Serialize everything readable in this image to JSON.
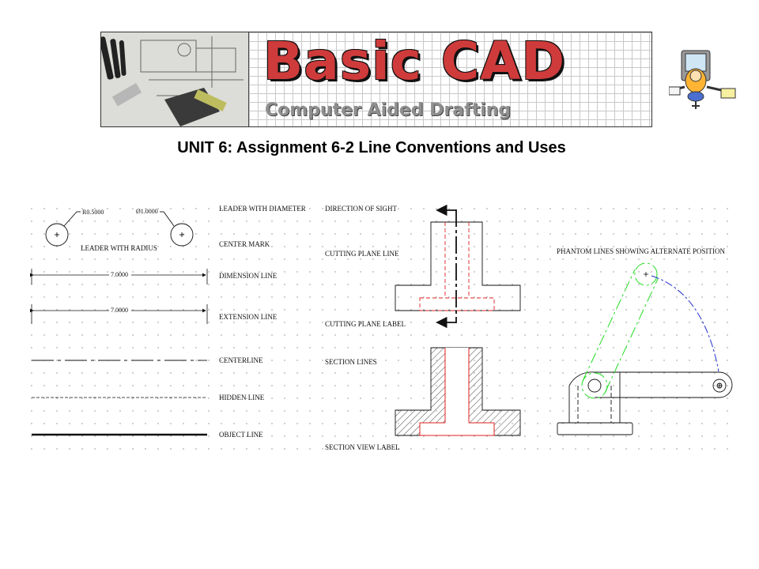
{
  "banner": {
    "title": "Basic CAD",
    "subtitle": "Computer Aided Drafting",
    "photo_icon": "drafting-tools-photo",
    "mascot_icon": "computer-mascot-icon"
  },
  "heading": "UNIT 6: Assignment 6-2 Line Conventions and Uses",
  "line_types": {
    "leader_with_diameter": "LEADER WITH DIAMETER",
    "center_mark": "CENTER MARK",
    "dimension_line": "DIMENSION LINE",
    "extension_line": "EXTENSION LINE",
    "centerline": "CENTERLINE",
    "hidden_line": "HIDDEN LINE",
    "object_line": "OBJECT LINE",
    "leader_with_radius": "LEADER WITH RADIUS"
  },
  "dimensions": {
    "radius": "R0.5000",
    "diameter": "Ø1.0000",
    "dimension_value": "7.0000",
    "extension_value": "7.0000"
  },
  "section_labels": {
    "direction_of_sight": "DIRECTION OF SIGHT",
    "cutting_plane_line": "CUTTING PLANE LINE",
    "cutting_plane_label": "CUTTING PLANE LABEL",
    "section_lines": "SECTION LINES",
    "section_view_label": "SECTION VIEW LABEL"
  },
  "phantom": {
    "label": "PHANTOM LINES SHOWING ALTERNATE POSITION"
  },
  "colors": {
    "title_red": "#cf3b3b",
    "hidden_red": "#e02020",
    "phantom_green": "#22dd22",
    "arc_blue": "#2233cc"
  }
}
